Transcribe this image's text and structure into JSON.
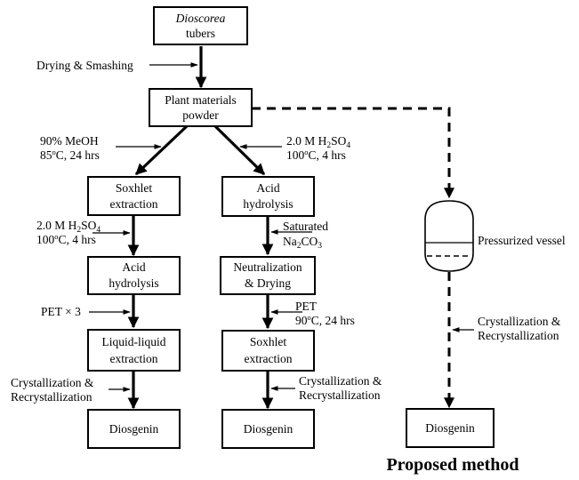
{
  "nodes": {
    "tubers_italic": "Dioscorea",
    "tubers": "tubers",
    "plant_line1": "Plant materials",
    "plant_line2": "powder",
    "soxhlet_left_1": "Soxhlet",
    "soxhlet_left_2": "extraction",
    "acid_mid_1": "Acid",
    "acid_mid_2": "hydrolysis",
    "acid_left_1": "Acid",
    "acid_left_2": "hydrolysis",
    "neutral_1": "Neutralization",
    "neutral_2": "& Drying",
    "liquid_1": "Liquid-liquid",
    "liquid_2": "extraction",
    "soxhlet_mid_1": "Soxhlet",
    "soxhlet_mid_2": "extraction",
    "diosgenin_left": "Diosgenin",
    "diosgenin_mid": "Diosgenin",
    "diosgenin_right": "Diosgenin"
  },
  "labels": {
    "drying": "Drying & Smashing",
    "meoh_a": "90% MeOH",
    "meoh_b1": "85",
    "meoh_b_sup": "o",
    "meoh_b2": "C, 24 hrs",
    "h2so4_top_a1": "2.0 M H",
    "h2so4_top_a_sub1": "2",
    "h2so4_top_a2": "SO",
    "h2so4_top_a_sub2": "4",
    "h2so4_top_b1": "100",
    "h2so4_top_b_sup": "o",
    "h2so4_top_b2": "C, 4 hrs",
    "h2so4_left_a1": "2.0 M H",
    "h2so4_left_a_sub1": "2",
    "h2so4_left_a2": "SO",
    "h2so4_left_a_sub2": "4",
    "h2so4_left_b1": "100",
    "h2so4_left_b_sup": "o",
    "h2so4_left_b2": "C, 4 hrs",
    "saturated_a": "Saturated",
    "saturated_b1": "Na",
    "saturated_b_sub1": "2",
    "saturated_b2": "CO",
    "saturated_b_sub2": "3",
    "pet_left": "PET × 3",
    "pet_mid_a": "PET",
    "pet_mid_b1": "90",
    "pet_mid_b_sup": "o",
    "pet_mid_b2": "C, 24 hrs",
    "cryst_left_a": "Crystallization &",
    "cryst_left_b": "Recrystallization",
    "cryst_mid_a": "Crystallization &",
    "cryst_mid_b": "Recrystallization",
    "cryst_right_a": "Crystallization &",
    "cryst_right_b": "Recrystallization",
    "pressurized": "Pressurized vessel",
    "proposed": "Proposed method"
  }
}
